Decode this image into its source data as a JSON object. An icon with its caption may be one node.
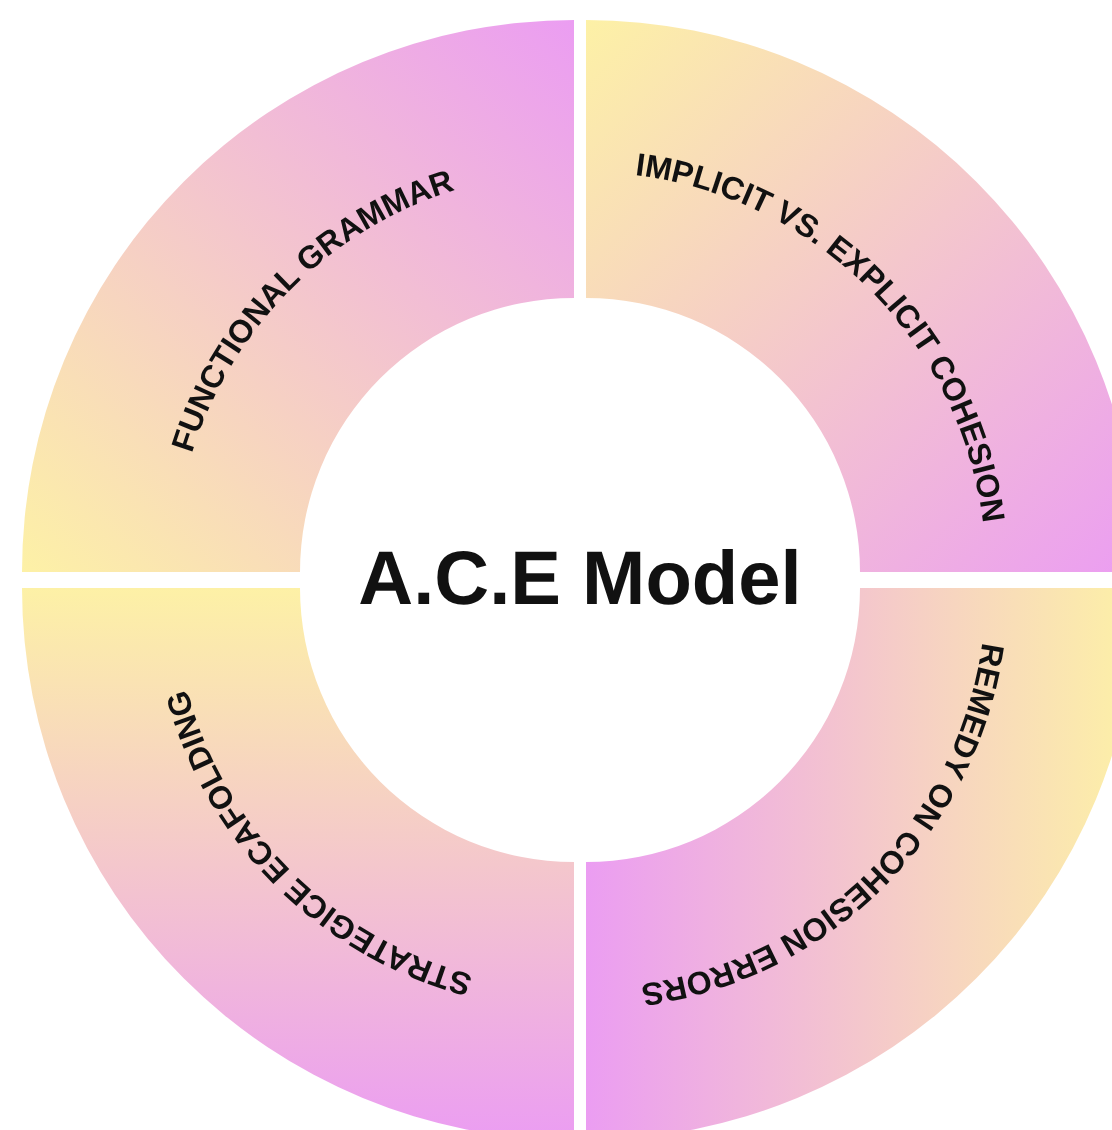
{
  "diagram": {
    "nodes": [
      {
        "text": [
          "FUNCTIONAL GRAMMAR"
        ]
      },
      {
        "text": [
          "IMPLICIT VS. EXPLICIT COHESION"
        ]
      },
      {
        "text": [
          "A.C.E Model"
        ]
      },
      {
        "text": [
          "STRATEGICE ECAFOLDING"
        ]
      },
      {
        "text": [
          "REMEDY ON COHESION ERRORS"
        ]
      }
    ]
  }
}
